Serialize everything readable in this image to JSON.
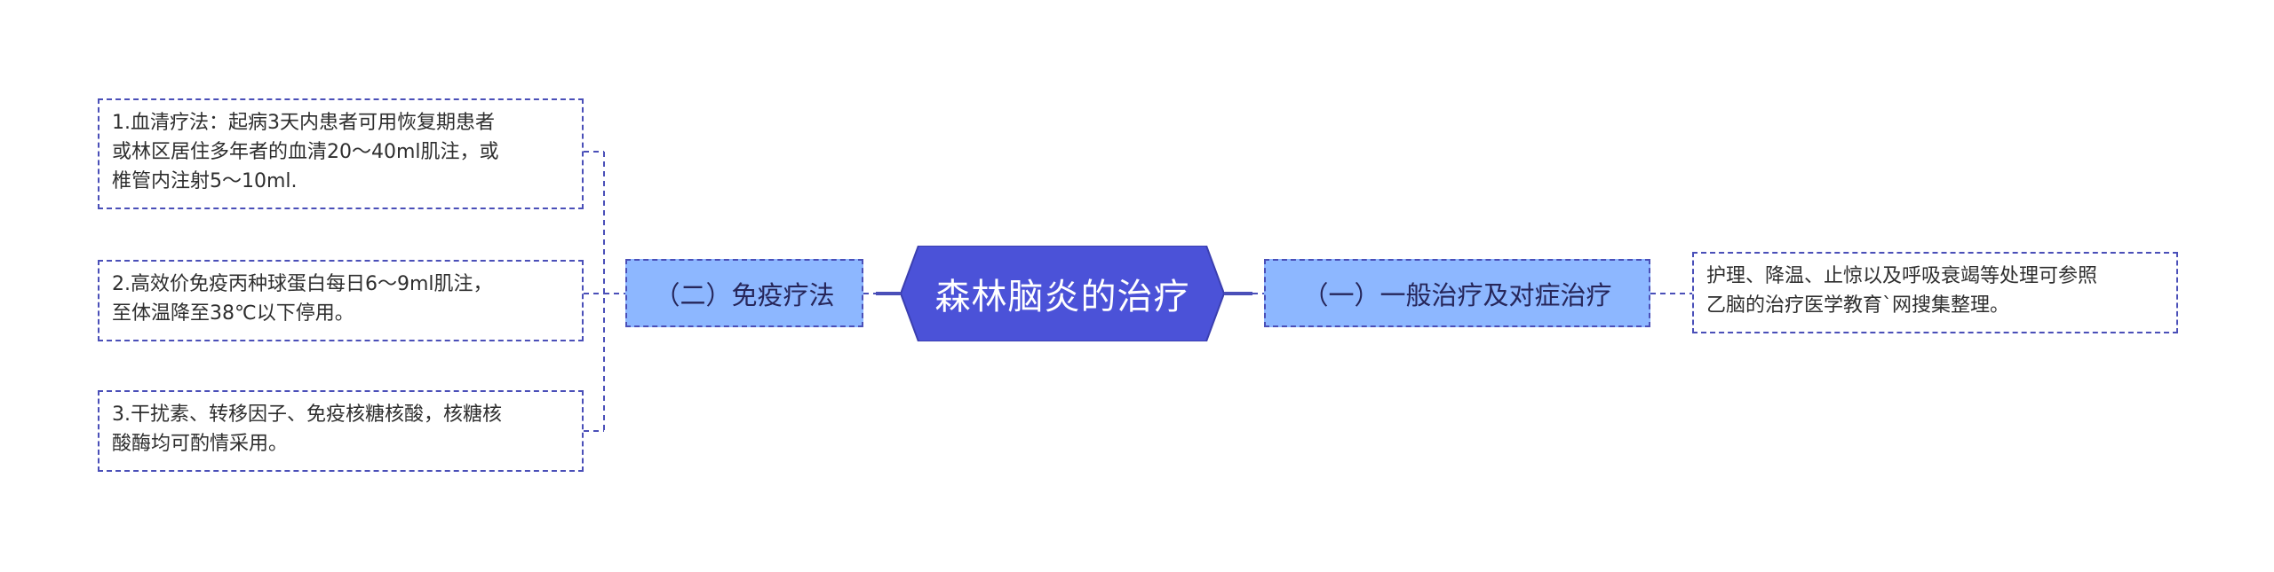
{
  "root": {
    "title": "森林脑炎的治疗",
    "fill": "#4b52d8",
    "stroke": "#3b3fb0"
  },
  "branches": {
    "left": {
      "label": "（二）免疫疗法"
    },
    "right": {
      "label": "（一）一般治疗及对症治疗"
    }
  },
  "leaves": {
    "serum": "1.血清疗法：起病3天内患者可用恢复期患者\n或林区居住多年者的血清20～40ml肌注，或\n椎管内注射5～10ml.",
    "globulin": "2.高效价免疫丙种球蛋白每日6～9ml肌注，\n至体温降至38℃以下停用。",
    "interferon": "3.干扰素、转移因子、免疫核糖核酸，核糖核\n酸酶均可酌情采用。",
    "care": "护理、降温、止惊以及呼吸衰竭等处理可参照\n乙脑的治疗医学教育`网搜集整理。"
  },
  "colors": {
    "line": "#4a4fb8",
    "branch_fill": "#8db7ff"
  }
}
